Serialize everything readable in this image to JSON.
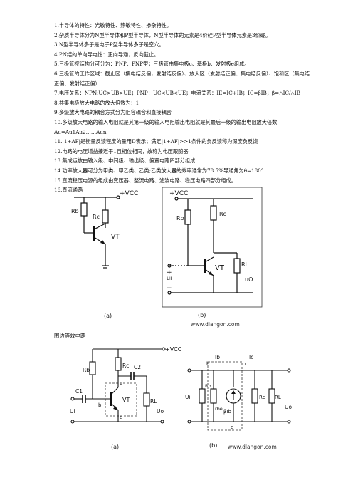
{
  "notes": [
    "1.半导体的特性：光敏特性、热敏特性、掺杂特性。",
    "2.杂质半导体分为N型半导体和P型半导体，N型半导体的元素是4价硅P型半导体元素是3价硼。",
    "3.N型半导体多子是电子P型半导体多子是空穴。",
    "4.PN结的单向导电性：正向导通，反向截止。",
    "5.三极管按结构分可分为：PNP、PNP型；三极管由集电极c、基极b、发射极e组成。",
    "6.三极管的工作区域：截止区（集电结反偏，发射结反偏）、放大区（发射结正偏、集电结反偏）、饱和区（集电结正偏、发射结正偏）",
    "7.电压关系：NPN:UC>UB>UE；PNP：UC<UB<UE；电流关系：IE=IC+IB；IC=βIB；β=△IC/△IB",
    "8.共集电极放大电路的放大倍数为：1",
    "9.多级放大电路的耦合方式分为阻容耦合和直接耦合",
    "10.多级放大电路的输入电阻就是其第一级的输入电阻输出电阻就是其最后一级的输出电阻放大倍数Au=Au1Au2……Aun",
    "11.|1+AF|是衡量反馈程度的量用D表示；满足|1+AF|>>1条件的负反馈称为深度负反馈",
    "12.电路的电压增益接近于1且相位相同，故称为电压跟随器",
    "13.集成运放由输入级、中间级、输出级、偏置电路四部分组成",
    "14.功率放大器可分为甲类、甲乙类、乙类;乙类放大器的效率通常为78.5%导通角为θ=180°",
    "15.直流稳压电源的组成由变压器、整流电路、滤波电路、稳压电路四部分组成。",
    "16.直流通路"
  ],
  "section2_title": "围边等效电路",
  "figure1": {
    "a_caption": "(a)",
    "b_caption": "(b)",
    "vcc": "+VCC",
    "rb": "Rb",
    "rc": "Rc",
    "vt": "VT",
    "rl": "RL",
    "uo": "uO",
    "ui": "ui",
    "plus": "+",
    "minus": "−",
    "watermark": "www.diangon.com"
  },
  "figure2": {
    "a_caption": "(a)",
    "b_caption": "(b)",
    "vcc": "+VCC",
    "rb": "Rb",
    "rc": "Rc",
    "c1": "C1",
    "c2": "C2",
    "vt": "VT",
    "rl": "RL",
    "ui": "Ui",
    "uo": "Uo",
    "b": "b",
    "c": "c",
    "e": "e",
    "ib": "Ib",
    "ic": "Ic",
    "rbe": "rbe",
    "beta_ib": "βIb",
    "watermark": "www.dlangon.com"
  }
}
